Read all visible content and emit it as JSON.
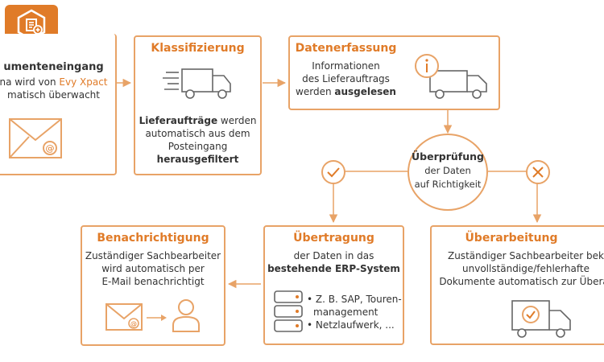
{
  "logo": {
    "icon": "document-plus-icon",
    "color": "#e07b28"
  },
  "colors": {
    "accent": "#e07b28",
    "border": "#e8a367",
    "text": "#333333"
  },
  "step_intake": {
    "title": "umenteneingang",
    "line1_pre": "na wird von ",
    "line1_brand": "Evy Xpact",
    "line2": "matisch überwacht",
    "icon": "email-at-icon"
  },
  "step_classification": {
    "title": "Klassifizierung",
    "bold1": "Lieferaufträge",
    "rest1": " werden",
    "line2": "automatisch aus dem",
    "line3": "Posteingang",
    "bold4": "herausgefiltert",
    "icon": "fast-truck-icon"
  },
  "step_capture": {
    "title": "Datenerfassung",
    "line1": "Informationen",
    "line2": "des Lieferauftrags",
    "line3_pre": "werden ",
    "line3_bold": "ausgelesen",
    "icon": "truck-info-icon"
  },
  "decision": {
    "title": "Überprüfung",
    "line2": "der Daten",
    "line3": "auf Richtigkeit",
    "yes_icon": "check-circle-icon",
    "no_icon": "cross-circle-icon"
  },
  "step_transfer": {
    "title": "Übertragung",
    "line1": "der Daten in das",
    "line2_bold": "bestehende ERP-System",
    "bullet1_l1": "• Z. B. SAP, Touren-",
    "bullet1_l2": "management",
    "bullet2": "• Netzlaufwerk, ...",
    "icon": "database-icon"
  },
  "step_notify": {
    "title": "Benachrichtigung",
    "line1": "Zuständiger Sachbearbeiter",
    "line2": "wird automatisch per",
    "line3": "E-Mail benachrichtigt",
    "icons": [
      "email-at-icon",
      "person-icon"
    ]
  },
  "step_rework": {
    "title": "Überarbeitung",
    "line1": "Zuständiger Sachbearbeiter bek",
    "line2": "unvollständige/fehlerhafte",
    "line3": "Dokumente automatisch zur Überar",
    "icon": "truck-check-icon"
  }
}
